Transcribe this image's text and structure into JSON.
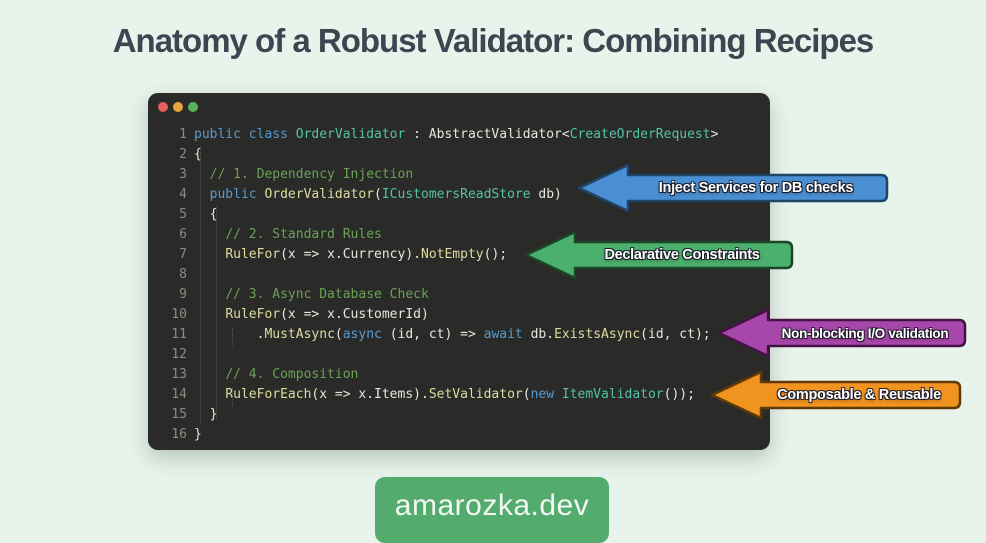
{
  "title": "Anatomy of a Robust Validator: Combining Recipes",
  "window": {
    "controls": [
      {
        "name": "close",
        "color": "#e2635d"
      },
      {
        "name": "minimize",
        "color": "#e3a53f"
      },
      {
        "name": "zoom",
        "color": "#56b45e"
      }
    ]
  },
  "code": {
    "lines": [
      {
        "num": "1",
        "tokens": [
          {
            "c": "kw",
            "t": "public class "
          },
          {
            "c": "ty",
            "t": "OrderValidator"
          },
          {
            "c": "pl",
            "t": " : AbstractValidator<"
          },
          {
            "c": "ty",
            "t": "CreateOrderRequest"
          },
          {
            "c": "pl",
            "t": ">"
          }
        ]
      },
      {
        "num": "2",
        "tokens": [
          {
            "c": "pl",
            "t": "{"
          }
        ]
      },
      {
        "num": "3",
        "tokens": [
          {
            "c": "pl",
            "t": "  "
          },
          {
            "c": "cm",
            "t": "// 1. Dependency Injection"
          }
        ]
      },
      {
        "num": "4",
        "tokens": [
          {
            "c": "pl",
            "t": "  "
          },
          {
            "c": "kw",
            "t": "public "
          },
          {
            "c": "fn",
            "t": "OrderValidator"
          },
          {
            "c": "pl",
            "t": "("
          },
          {
            "c": "ty",
            "t": "ICustomersReadStore"
          },
          {
            "c": "pl",
            "t": " db)"
          }
        ]
      },
      {
        "num": "5",
        "tokens": [
          {
            "c": "pl",
            "t": "  {"
          }
        ]
      },
      {
        "num": "6",
        "tokens": [
          {
            "c": "pl",
            "t": "    "
          },
          {
            "c": "cm",
            "t": "// 2. Standard Rules"
          }
        ]
      },
      {
        "num": "7",
        "tokens": [
          {
            "c": "pl",
            "t": "    "
          },
          {
            "c": "fn",
            "t": "RuleFor"
          },
          {
            "c": "pl",
            "t": "(x => x.Currency)."
          },
          {
            "c": "fn",
            "t": "NotEmpty"
          },
          {
            "c": "pl",
            "t": "();"
          }
        ]
      },
      {
        "num": "8",
        "tokens": []
      },
      {
        "num": "9",
        "tokens": [
          {
            "c": "pl",
            "t": "    "
          },
          {
            "c": "cm",
            "t": "// 3. Async Database Check"
          }
        ]
      },
      {
        "num": "10",
        "tokens": [
          {
            "c": "pl",
            "t": "    "
          },
          {
            "c": "fn",
            "t": "RuleFor"
          },
          {
            "c": "pl",
            "t": "(x => x.CustomerId)"
          }
        ]
      },
      {
        "num": "11",
        "tokens": [
          {
            "c": "pl",
            "t": "        ."
          },
          {
            "c": "fn",
            "t": "MustAsync"
          },
          {
            "c": "pl",
            "t": "("
          },
          {
            "c": "kw",
            "t": "async"
          },
          {
            "c": "pl",
            "t": " (id, ct) => "
          },
          {
            "c": "kw",
            "t": "await"
          },
          {
            "c": "pl",
            "t": " db."
          },
          {
            "c": "fn",
            "t": "ExistsAsync"
          },
          {
            "c": "pl",
            "t": "(id, ct);"
          }
        ]
      },
      {
        "num": "12",
        "tokens": []
      },
      {
        "num": "13",
        "tokens": [
          {
            "c": "pl",
            "t": "    "
          },
          {
            "c": "cm",
            "t": "// 4. Composition"
          }
        ]
      },
      {
        "num": "14",
        "tokens": [
          {
            "c": "pl",
            "t": "    "
          },
          {
            "c": "fn",
            "t": "RuleForEach"
          },
          {
            "c": "pl",
            "t": "(x => x.Items)."
          },
          {
            "c": "fn",
            "t": "SetValidator"
          },
          {
            "c": "pl",
            "t": "("
          },
          {
            "c": "kw",
            "t": "new "
          },
          {
            "c": "ty",
            "t": "ItemValidator"
          },
          {
            "c": "pl",
            "t": "());"
          }
        ]
      },
      {
        "num": "15",
        "tokens": [
          {
            "c": "pl",
            "t": "  }"
          }
        ]
      },
      {
        "num": "16",
        "tokens": [
          {
            "c": "pl",
            "t": "}"
          }
        ]
      }
    ]
  },
  "annotations": [
    {
      "label": "Inject Services for DB checks",
      "fill": "#4a8fd2",
      "stroke": "#1e4468"
    },
    {
      "label": "Declarative Constraints",
      "fill": "#4baf6d",
      "stroke": "#1b4527"
    },
    {
      "label": "Non-blocking I/O validation",
      "fill": "#a847ab",
      "stroke": "#441245"
    },
    {
      "label": "Composable & Reusable",
      "fill": "#f0941f",
      "stroke": "#5f3a07"
    }
  ],
  "footer": {
    "site_label": "amarozka.dev"
  },
  "colors": {
    "background": "#e8f3ec",
    "window_bg": "#2a2a28",
    "title_text": "#3a4750",
    "badge_bg": "#53ab6e",
    "comment": "#6ca157",
    "keyword": "#579ad0",
    "method": "#dcdca0",
    "type": "#52c3a9",
    "plain_code": "#e6e6e0"
  }
}
